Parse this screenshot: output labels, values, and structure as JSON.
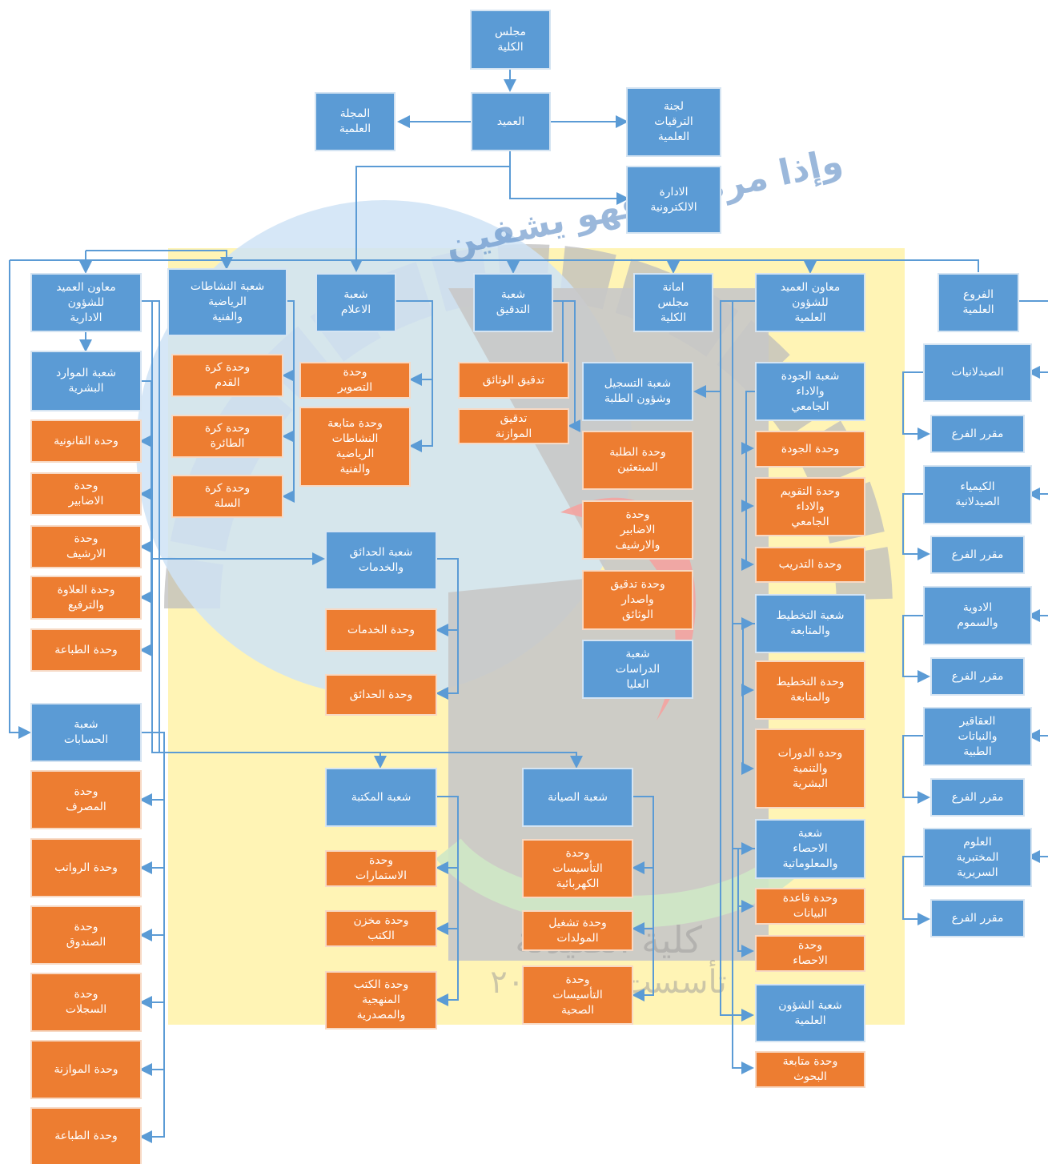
{
  "watermark": {
    "slogan": "وإذا مرضت فهو يشفين",
    "college_text_line1": "كلية الصيدلة",
    "college_text_line2": "تأسست في ٢٠٠٠"
  },
  "colors": {
    "unit_blue": "#5b9bd5",
    "unit_orange": "#ed7d31",
    "line": "#5b9bd5"
  },
  "nodes": {
    "council": "مجلس\nالكلية",
    "dean": "العميد",
    "journal": "المجلة\nالعلمية",
    "promotions": "لجنة\nالترقيات\nالعلمية",
    "e_admin": "الادارة\nالالكترونية",
    "asst_admin": "معاون العميد\nللشؤون\nالادارية",
    "activities": "شعبة النشاطات\nالرياضية\nوالفنية",
    "media": "شعبة\nالاعلام",
    "audit": "شعبة\nالتدقيق",
    "secretariat": "امانة\nمجلس\nالكلية",
    "asst_sci": "معاون العميد\nللشؤون\nالعلمية",
    "branches": "الفروع\nالعلمية",
    "hr": "شعبة الموارد\nالبشرية",
    "legal": "وحدة القانونية",
    "hr_files": "وحدة\nالاضابير",
    "archive": "وحدة\nالارشيف",
    "allowance": "وحدة العلاوة\nوالترفيع",
    "printing1": "وحدة الطباعة",
    "accounts": "شعبة\nالحسابات",
    "bank": "وحدة\nالمصرف",
    "salaries": "وحدة الرواتب",
    "fund": "وحدة\nالصندوق",
    "records": "وحدة\nالسجلات",
    "budget_unit": "وحدة الموازنة",
    "printing2": "وحدة الطباعة",
    "football": "وحدة كرة\nالقدم",
    "volleyball": "وحدة كرة\nالطائرة",
    "basketball": "وحدة كرة\nالسلة",
    "photography": "وحدة\nالتصوير",
    "activities_follow": "وحدة متابعة\nالنشاطات\nالرياضية\nوالفنية",
    "gardens_services": "شعبة الحدائق\nوالخدمات",
    "services": "وحدة الخدمات",
    "gardens": "وحدة الحدائق",
    "library": "شعبة المكتبة",
    "forms": "وحدة\nالاستمارات",
    "book_store": "وحدة مخزن\nالكتب",
    "curriculum_books": "وحدة الكتب\nالمنهجية\nوالمصدرية",
    "maintenance": "شعبة الصيانة",
    "electrical": "وحدة\nالتأسيسات\nالكهربائية",
    "generators": "وحدة تشغيل\nالمولدات",
    "sanitary": "وحدة\nالتأسيسات\nالصحية",
    "doc_audit": "تدقيق الوثائق",
    "budget_audit": "تدقيق\nالموازنة",
    "registration": "شعبة التسجيل\nوشؤون الطلبة",
    "scholarship": "وحدة الطلبة\nالمبتعثين",
    "student_files": "وحدة\nالاضابير\nوالارشيف",
    "doc_issue": "وحدة تدقيق\nواصدار\nالوثائق",
    "postgrad": "شعبة\nالدراسات\nالعليا",
    "quality_div": "شعبة الجودة\nوالاداء\nالجامعي",
    "quality": "وحدة الجودة",
    "evaluation": "وحدة التقويم\nوالاداء\nالجامعي",
    "training": "وحدة التدريب",
    "planning_div": "شعبة التخطيط\nوالمتابعة",
    "planning": "وحدة التخطيط\nوالمتابعة",
    "courses": "وحدة الدورات\nوالتنمية\nالبشرية",
    "stats_div": "شعبة\nالاحصاء\nوالمعلوماتية",
    "database": "وحدة قاعدة\nالبيانات",
    "statistics": "وحدة\nالاحصاء",
    "sci_affairs": "شعبة الشؤون\nالعلمية",
    "research": "وحدة متابعة\nالبحوث",
    "pharmaceutics": "الصيدلانيات",
    "pharmaceutics_hq": "مقرر الفرع",
    "pharm_chem": "الكيمياء\nالصيدلانية",
    "pharm_chem_hq": "مقرر الفرع",
    "pharmacology": "الادوية\nوالسموم",
    "pharmacology_hq": "مقرر الفرع",
    "pharmacognosy": "العقاقير\nوالنباتات\nالطبية",
    "pharmacognosy_hq": "مقرر الفرع",
    "clinical_lab": "العلوم\nالمختبرية\nالسريرية",
    "clinical_lab_hq": "مقرر الفرع"
  }
}
